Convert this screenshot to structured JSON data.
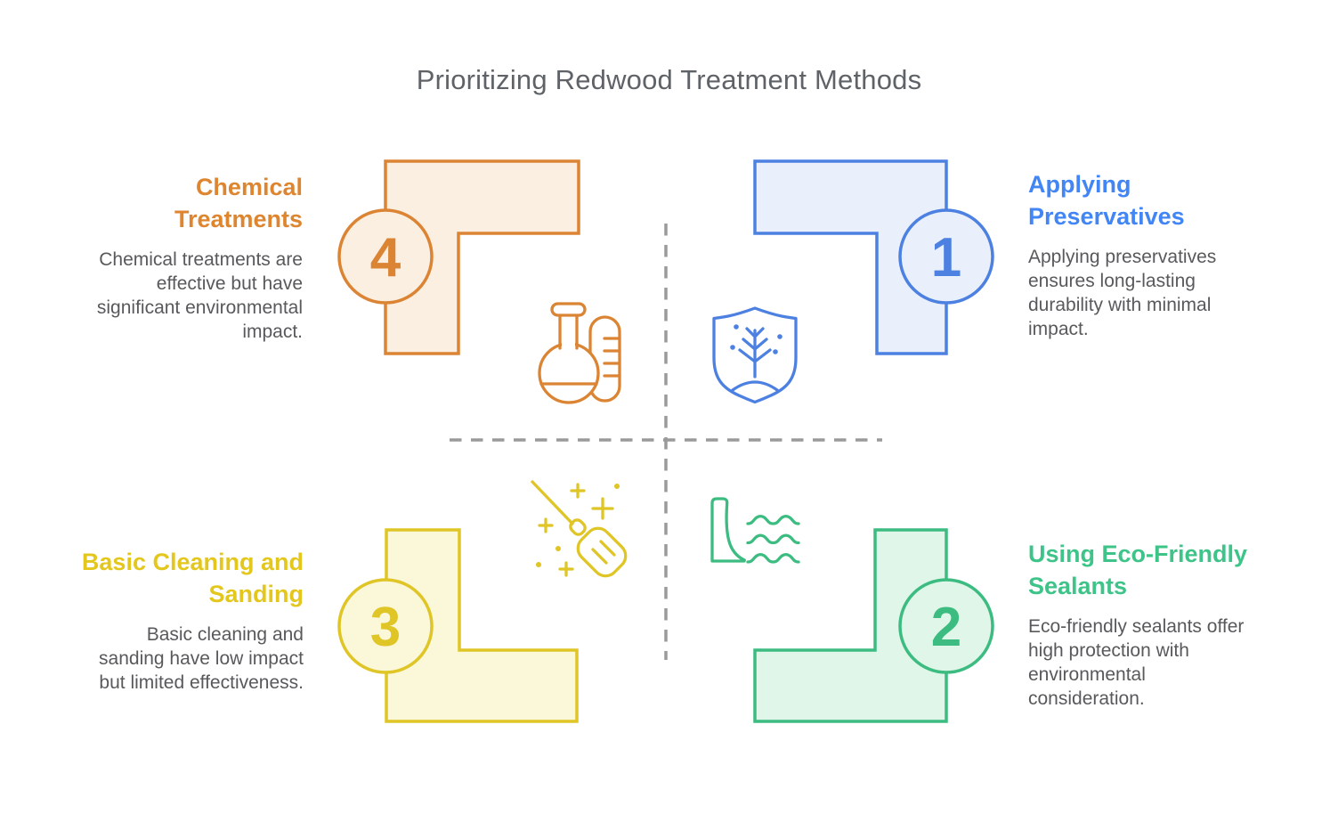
{
  "title": "Prioritizing Redwood Treatment Methods",
  "colors": {
    "orange": "#DB8434",
    "orange-heading": "#DE8530",
    "orange-fill": "#FBEFE1",
    "blue": "#4C80E1",
    "blue-heading": "#4285F4",
    "blue-fill": "#EAF0FB",
    "yellow": "#DFC526",
    "yellow-heading": "#E4C71D",
    "yellow-fill": "#FBF7D9",
    "green": "#3CBC81",
    "green-heading": "#3EC489",
    "green-fill": "#E0F6E9",
    "title-gray": "#5F6368",
    "body-gray": "#58595B",
    "dash-gray": "#9A9A9C"
  },
  "quadrants": [
    {
      "number": "1",
      "heading": "Applying Preservatives",
      "body": "Applying preservatives ensures long-lasting durability with minimal impact.",
      "icon": "shield-sapling-icon",
      "color": "#4C80E1"
    },
    {
      "number": "2",
      "heading": "Using Eco-Friendly Sealants",
      "body": "Eco-friendly sealants offer high protection with environmental consideration.",
      "icon": "dam-water-icon",
      "color": "#3CBC81"
    },
    {
      "number": "3",
      "heading": "Basic Cleaning and Sanding",
      "body": "Basic cleaning and sanding have low impact but limited effectiveness.",
      "icon": "broom-sparkle-icon",
      "color": "#DFC526"
    },
    {
      "number": "4",
      "heading": "Chemical Treatments",
      "body": "Chemical treatments are effective but have significant environmental impact.",
      "icon": "flask-test-tube-icon",
      "color": "#DB8434"
    }
  ]
}
